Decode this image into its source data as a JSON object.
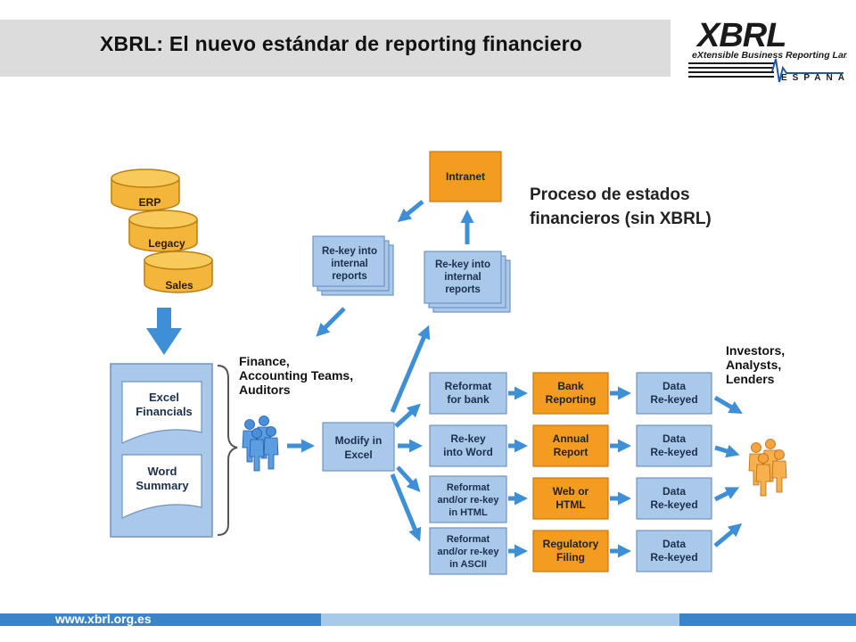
{
  "slide": {
    "title": "XBRL: El nuevo estándar de reporting financiero",
    "caption_lines": [
      "Proceso de estados",
      "financieros (sin XBRL)"
    ],
    "footer_url": "www.xbrl.org.es"
  },
  "logo": {
    "wordmark": "XBRL",
    "tagline": "eXtensible Business Reporting Language",
    "country": "ESPAÑA"
  },
  "diagram": {
    "databases": [
      "ERP",
      "Legacy",
      "Sales"
    ],
    "documents": {
      "excel": [
        "Excel",
        "Financials"
      ],
      "word": [
        "Word",
        "Summary"
      ]
    },
    "people_left_label": [
      "Finance,",
      "Accounting Teams,",
      "Auditors"
    ],
    "people_right_label": [
      "Investors,",
      "Analysts,",
      "Lenders"
    ],
    "intranet": "Intranet",
    "rekey_left": [
      "Re-key into",
      "internal",
      "reports"
    ],
    "rekey_right": [
      "Re-key into",
      "internal",
      "reports"
    ],
    "modify": [
      "Modify in",
      "Excel"
    ],
    "reformat_steps": [
      [
        "Reformat",
        "for bank"
      ],
      [
        "Re-key",
        "into Word"
      ],
      [
        "Reformat",
        "and/or re-key",
        "in HTML"
      ],
      [
        "Reformat",
        "and/or re-key",
        "in ASCII"
      ]
    ],
    "outputs": [
      [
        "Bank",
        "Reporting"
      ],
      [
        "Annual",
        "Report"
      ],
      [
        "Web or",
        "HTML"
      ],
      [
        "Regulatory",
        "Filing"
      ]
    ],
    "data_rekeyed": [
      "Data",
      "Re-keyed"
    ],
    "colors": {
      "blue_box": "#a9c8ea",
      "blue_stroke": "#6f93c1",
      "orange_box": "#f39c1f",
      "orange_stroke": "#c77812",
      "arrow": "#3f8fd6",
      "db_gold": "#f4b63a",
      "footer_dark": "#3b84c8",
      "footer_light": "#a9c9e8"
    }
  }
}
